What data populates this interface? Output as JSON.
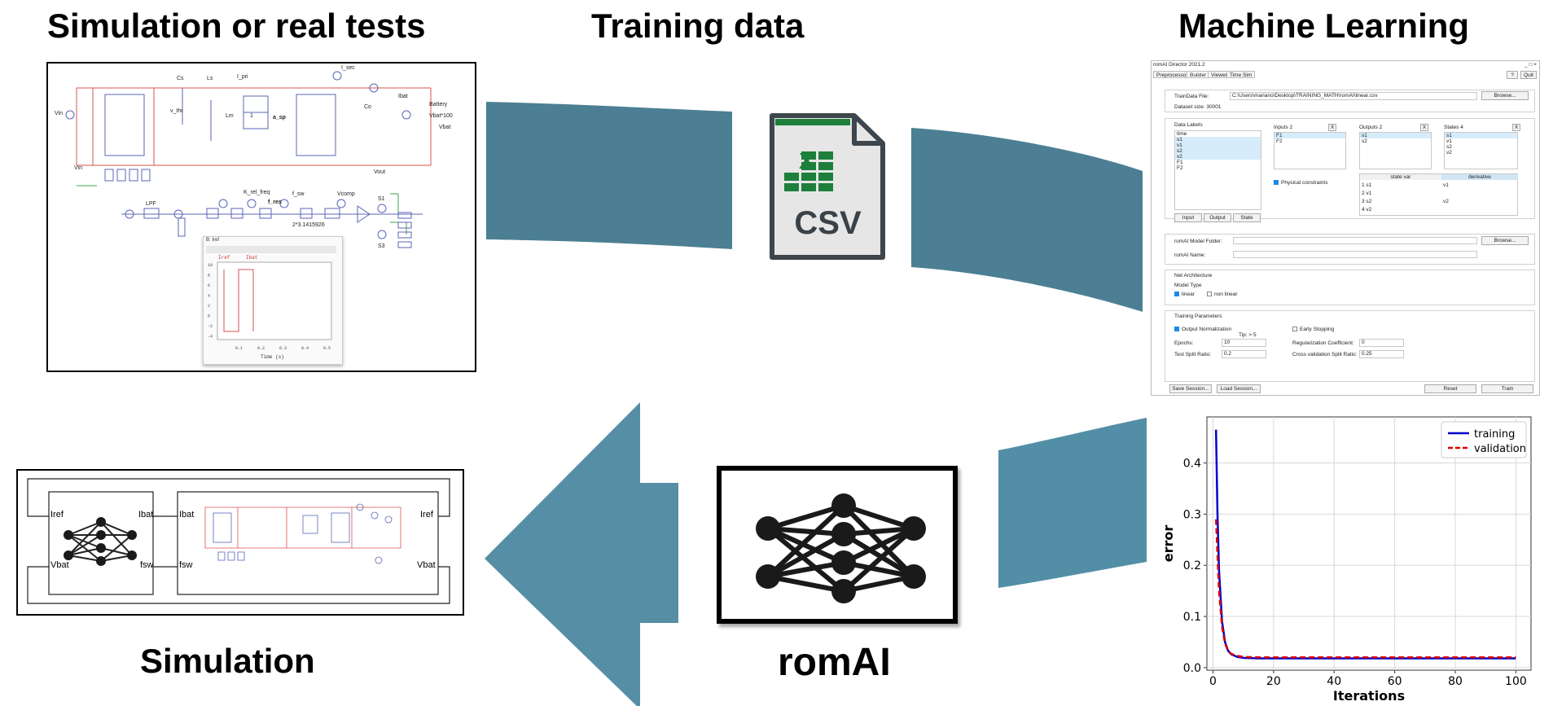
{
  "headings": {
    "simulation_or_real_tests": "Simulation or real tests",
    "training_data": "Training data",
    "machine_learning": "Machine Learning",
    "simulation": "Simulation",
    "romai": "romAI"
  },
  "colors": {
    "flow_arrow": "#4c7f93",
    "flow_arrow_light": "#5a8fa5",
    "excel_green": "#1d7f3b",
    "file_grey": "#e6e6e6",
    "file_border": "#3d464c",
    "csv_text": "#3a4248",
    "wire_red": "#d9534f",
    "wire_green": "#3aa54a",
    "wire_blue": "#5866b6",
    "node_black": "#1a1a1a"
  },
  "csv_icon": {
    "logo_letter": "X",
    "label": "CSV"
  },
  "schematic": {
    "labels": {
      "vin": "Vin",
      "cs": "Cs",
      "ls": "Ls",
      "i_pri": "I_pri",
      "i_sec": "I_sec",
      "v_thr": "v_thr",
      "lm": "Lm",
      "ratio": "1",
      "a_sp": "a_sp",
      "co": "Co",
      "ibat": "Ibat",
      "battery": "Battery",
      "vbat_100": "Vbat*100",
      "vbat": "Vbat",
      "vout": "Vout",
      "vin_box": "Vin",
      "lpf": "LPF",
      "k_rel_freq": "K_rel_freq",
      "f_res": "f_res",
      "f_sw": "f_sw",
      "vcomp": "Vcomp",
      "two_pi": "2*3.1415926",
      "s1": "S1",
      "s3": "S3"
    }
  },
  "scope": {
    "title": "B: Iref",
    "legend_iref": "Iref",
    "legend_ibat": "Ibat",
    "yticks": [
      "10",
      "8",
      "6",
      "4",
      "2",
      "0",
      "-2",
      "-4"
    ],
    "xticks": [
      "0.1",
      "0.2",
      "0.3",
      "0.4",
      "0.5"
    ],
    "xlabel": "Time (s)"
  },
  "romai_ui": {
    "window_title": "romAI Director 2021.2",
    "window_controls": "_ □ ×",
    "tabs": [
      "Preprocessor",
      "Builder",
      "Viewer",
      "Time Sim"
    ],
    "help_button": "?",
    "quit_button": "Quit",
    "train_data_label": "TrainData File:",
    "train_data_path": "C:\\Users\\mariano\\Desktop\\TRAINING_MATH\\romAI\\linear.csv",
    "browse_label": "Browse...",
    "dataset_size": "Dataset size: 30001",
    "data_labels_title": "Data Labels",
    "data_labels": [
      "time",
      "s1",
      "v1",
      "s2",
      "v2",
      "F1",
      "F2"
    ],
    "inputs_title": "Inputs 2",
    "inputs": [
      "F1",
      "F2"
    ],
    "outputs_title": "Outputs 2",
    "outputs": [
      "s1",
      "s2"
    ],
    "states_title": "States 4",
    "states": [
      "s1",
      "v1",
      "s2",
      "v2"
    ],
    "remove_x": "X",
    "physical_constraints": "Physical constraints",
    "state_var_header": "state var",
    "derivative_header": "derivative",
    "state_rows": [
      {
        "state": "1  s1",
        "deriv": "v1"
      },
      {
        "state": "2  v1",
        "deriv": ""
      },
      {
        "state": "3  s2",
        "deriv": "v2"
      },
      {
        "state": "4  v2",
        "deriv": ""
      }
    ],
    "input_button": "Input",
    "output_button": "Output",
    "state_button": "State",
    "model_folder_label": "romAI Model Folder:",
    "browse_label_2": "Browse...",
    "romai_name_label": "romAI Name:",
    "net_architecture": "Net Architecture",
    "model_type": "Model Type",
    "linear": "linear",
    "non_linear": "non linear",
    "training_parameters": "Training Parameters",
    "output_normalization": "Output Normalization",
    "early_stopping": "Early Stopping",
    "tip": "Tip: > 5",
    "epochs_label": "Epochs:",
    "epochs_value": "10",
    "regularization_label": "Regularization Coefficient:",
    "regularization_value": "0",
    "test_split_label": "Test Split Ratio:",
    "test_split_value": "0.2",
    "cross_validation_label": "Cross validation Split Ratio:",
    "cross_validation_value": "0.25",
    "save_session": "Save Session...",
    "load_session": "Load Session...",
    "reset": "Reset",
    "train": "Train"
  },
  "chart_data": {
    "type": "line",
    "title": "",
    "xlabel": "Iterations",
    "ylabel": "error",
    "xlim": [
      -2,
      105
    ],
    "ylim": [
      -0.005,
      0.49
    ],
    "xticks": [
      0,
      20,
      40,
      60,
      80,
      100
    ],
    "yticks": [
      0.0,
      0.1,
      0.2,
      0.3,
      0.4
    ],
    "xtick_labels": [
      "0",
      "20",
      "40",
      "60",
      "80",
      "100"
    ],
    "ytick_labels": [
      "0.0",
      "0.1",
      "0.2",
      "0.3",
      "0.4"
    ],
    "grid": true,
    "legend_position": "top-right",
    "series": [
      {
        "name": "training",
        "color": "#0000cc",
        "style": "solid",
        "x": [
          1,
          1.5,
          2,
          3,
          4,
          5,
          6,
          8,
          10,
          15,
          20,
          40,
          60,
          80,
          100
        ],
        "y": [
          0.465,
          0.3,
          0.19,
          0.09,
          0.05,
          0.033,
          0.026,
          0.021,
          0.019,
          0.018,
          0.018,
          0.018,
          0.018,
          0.018,
          0.018
        ]
      },
      {
        "name": "validation",
        "color": "#dd0000",
        "style": "dashed",
        "x": [
          1,
          1.5,
          2,
          3,
          4,
          5,
          6,
          8,
          10,
          15,
          20,
          40,
          60,
          80,
          100
        ],
        "y": [
          0.29,
          0.22,
          0.15,
          0.08,
          0.047,
          0.033,
          0.027,
          0.023,
          0.021,
          0.02,
          0.02,
          0.02,
          0.02,
          0.02,
          0.02
        ]
      }
    ]
  },
  "sim_block": {
    "iref": "Iref",
    "vbat": "Vbat",
    "ibat": "Ibat",
    "fsw": "fsw"
  }
}
